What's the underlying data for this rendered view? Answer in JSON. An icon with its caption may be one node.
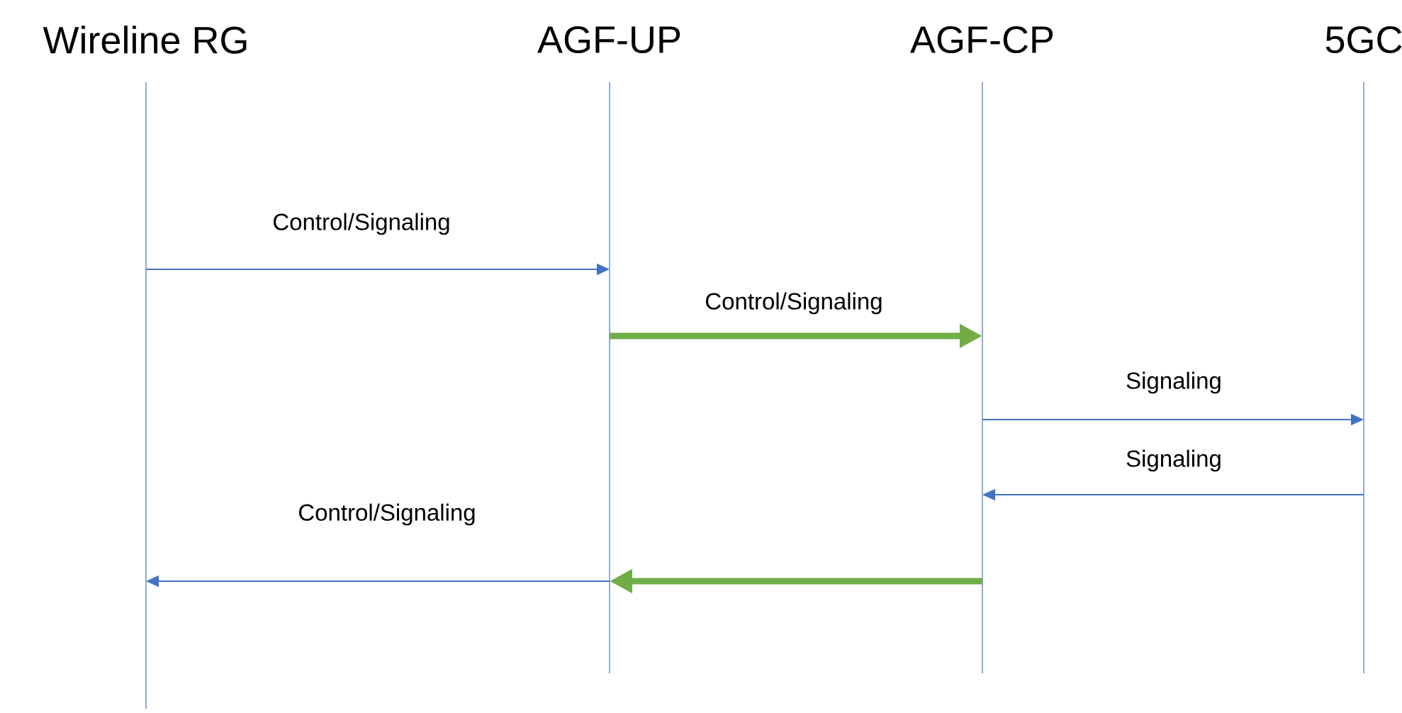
{
  "diagram": {
    "nodes": [
      {
        "text": [
          "Wireline RG"
        ]
      },
      {
        "text": [
          "AGF-UP"
        ]
      },
      {
        "text": [
          "AGF-CP"
        ]
      },
      {
        "text": [
          "5GC"
        ]
      }
    ],
    "edges": [
      {
        "from": 0,
        "to": 1,
        "arrow": "to",
        "label": "Control/Signaling"
      },
      {
        "from": 1,
        "to": 2,
        "arrow": "to",
        "label": "Control/Signaling",
        "style": "thick",
        "color": "#70ad47"
      },
      {
        "from": 2,
        "to": 3,
        "arrow": "to",
        "label": "Signaling"
      },
      {
        "from": 3,
        "to": 2,
        "arrow": "to",
        "label": "Signaling"
      },
      {
        "from": 2,
        "to": 1,
        "arrow": "to",
        "style": "thick",
        "color": "#70ad47"
      },
      {
        "from": 1,
        "to": 0,
        "arrow": "to",
        "label": "Control/Signaling"
      }
    ]
  }
}
